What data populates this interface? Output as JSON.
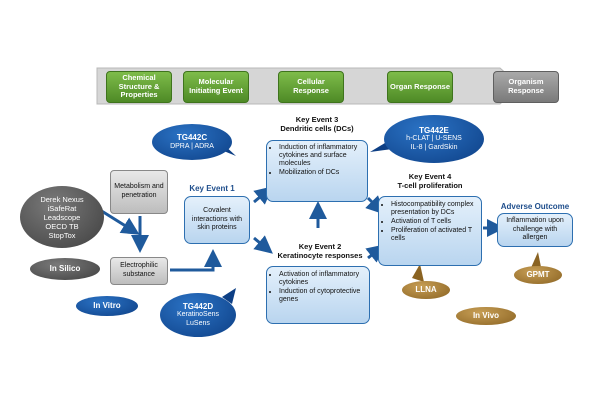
{
  "pathway": {
    "stages": [
      {
        "label": "Chemical Structure & Properties"
      },
      {
        "label": "Molecular Initiating Event"
      },
      {
        "label": "Cellular Response"
      },
      {
        "label": "Organ Response"
      },
      {
        "label": "Organism Response"
      }
    ]
  },
  "in_silico": {
    "tools": "Derek Nexus iSafeRat Leadscope OECD TB StopTox",
    "label": "In Silico"
  },
  "metabolism": "Metabolism and penetration",
  "electrophilic": "Electrophilic substance",
  "in_vitro": "In Vitro",
  "in_vivo": "In Vivo",
  "tg442c": {
    "title": "TG442C",
    "methods": "DPRA | ADRA"
  },
  "tg442d": {
    "title": "TG442D",
    "methods": "KeratinoSens LuSens"
  },
  "tg442e": {
    "title": "TG442E",
    "methods1": "h-CLAT | U-SENS",
    "methods2": "IL-8 | GardSkin"
  },
  "ke1": {
    "title": "Key Event 1",
    "text": "Covalent interactions with skin proteins"
  },
  "ke2": {
    "title": "Key Event 2",
    "subtitle": "Keratinocyte responses",
    "items": [
      "Activation of inflammatory cytokines",
      "Induction of cytoprotective genes"
    ]
  },
  "ke3": {
    "title": "Key Event 3",
    "subtitle": "Dendritic cells (DCs)",
    "items": [
      "Induction of inflammatory cytokines and surface molecules",
      "Mobilization of DCs"
    ]
  },
  "ke4": {
    "title": "Key Event 4",
    "subtitle": "T-cell proliferation",
    "items": [
      "Histocompatibility complex presentation by DCs",
      "Activation of T cells",
      "Proliferation of activated T cells"
    ]
  },
  "adverse": {
    "title": "Adverse Outcome",
    "text": "Inflammation upon challenge with allergen"
  },
  "llna": "LLNA",
  "gpmt": "GPMT",
  "colors": {
    "arrow": "#1f5a9c",
    "stage": "#5a9a32",
    "assay_ellipse": "#0d3f85",
    "invivo": "#9a7030"
  }
}
